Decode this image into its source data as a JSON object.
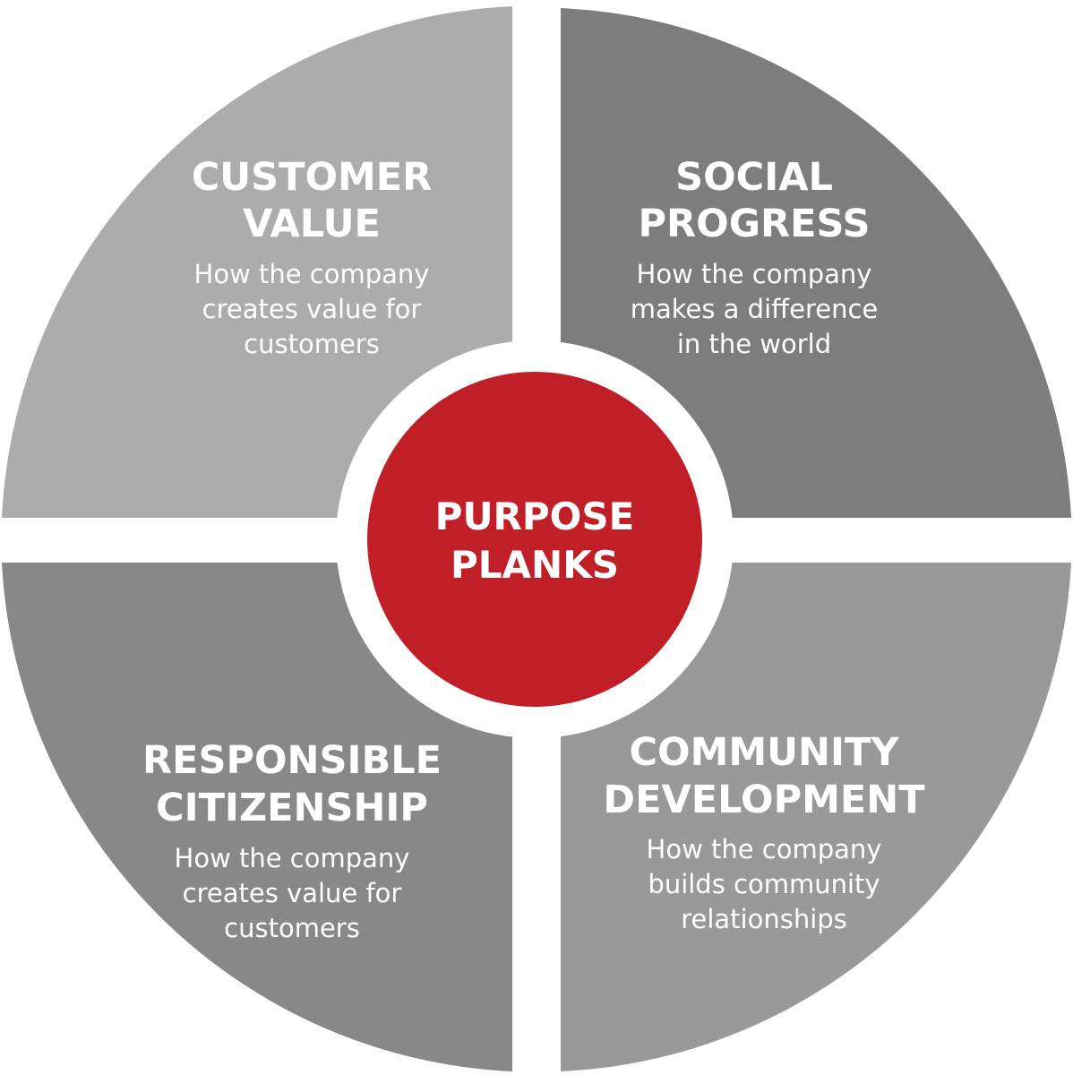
{
  "colors": {
    "customer_value": "#adacad",
    "social_progress": "#7d7d7d",
    "responsible_citizenship": "#888888",
    "community_development": "#999999",
    "center": "#c11f27",
    "gap": "#ffffff",
    "text": "#ffffff"
  },
  "center": {
    "line1": "PURPOSE",
    "line2": "PLANKS"
  },
  "quadrants": {
    "customer_value": {
      "title1": "CUSTOMER",
      "title2": "VALUE",
      "desc1": "How the company",
      "desc2": "creates value for",
      "desc3": "customers"
    },
    "social_progress": {
      "title1": "SOCIAL",
      "title2": "PROGRESS",
      "desc1": "How the company",
      "desc2": "makes a difference",
      "desc3": "in the world"
    },
    "responsible_citizenship": {
      "title1": "RESPONSIBLE",
      "title2": "CITIZENSHIP",
      "desc1": "How the company",
      "desc2": "creates value for",
      "desc3": "customers"
    },
    "community_development": {
      "title1": "COMMUNITY",
      "title2": "DEVELOPMENT",
      "desc1": "How the company",
      "desc2": "builds community",
      "desc3": "relationships"
    }
  }
}
